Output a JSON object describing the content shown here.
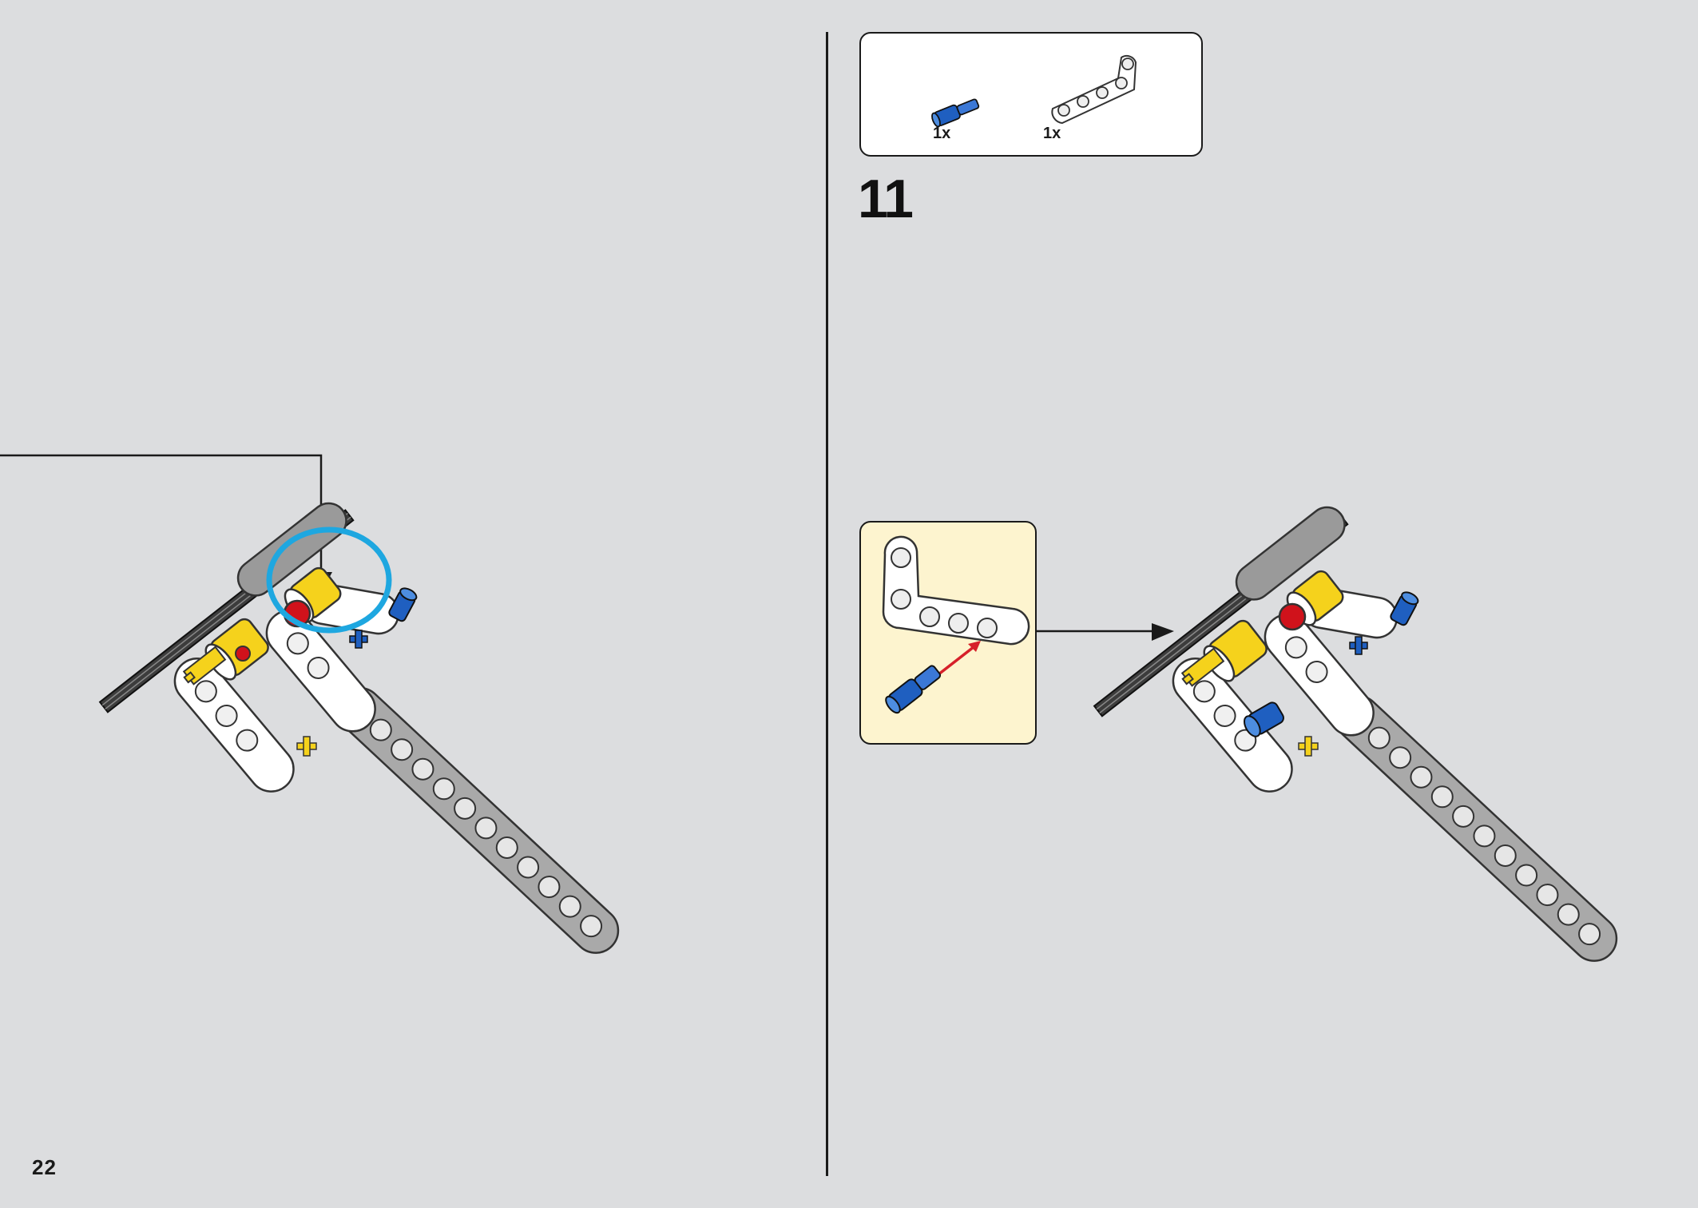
{
  "page": {
    "number": "22"
  },
  "step": {
    "number": "11"
  },
  "parts": [
    {
      "name": "blue-axle-pin-icon",
      "qty": "1x"
    },
    {
      "name": "white-l-beam-icon",
      "qty": "1x"
    }
  ],
  "colors": {
    "background": "#dcdddf",
    "callout": "#fdf4cf",
    "highlight_circle": "#1ea7e0",
    "lego_blue": "#1f5fc0",
    "lego_yellow": "#f5d21c",
    "lego_red": "#d0121b",
    "beam_gray": "#a9a9a9",
    "beam_white": "#ffffff",
    "arrow_red": "#d6202a"
  }
}
